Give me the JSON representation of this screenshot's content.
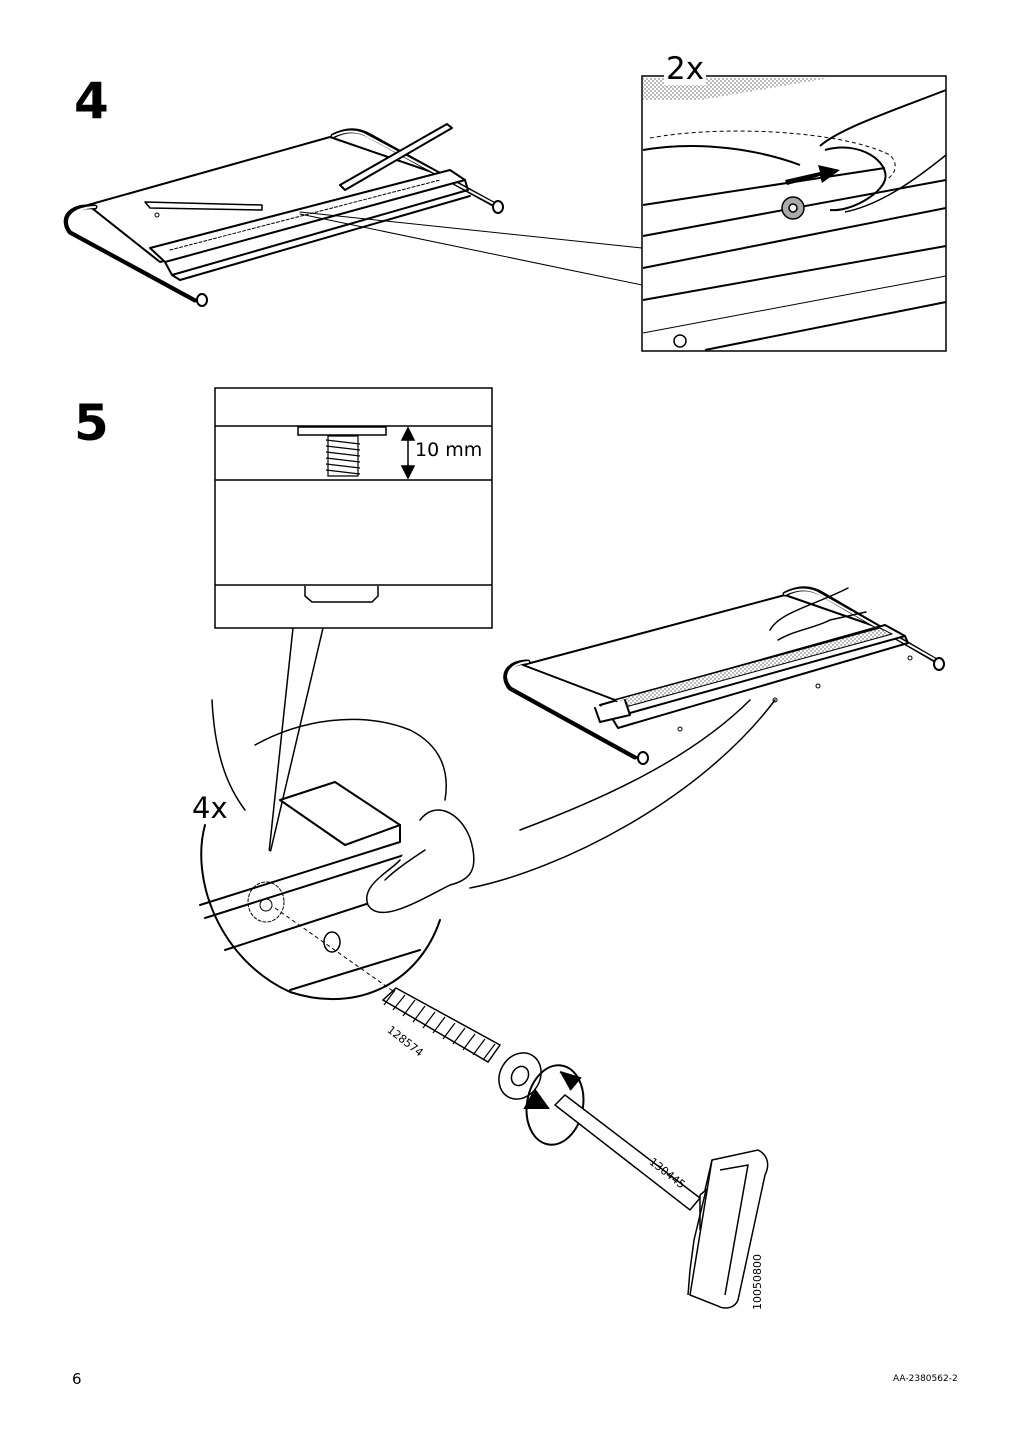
{
  "steps": [
    {
      "number": "4",
      "quantity": "2x"
    },
    {
      "number": "5",
      "quantity": "4x",
      "dimension": "10 mm"
    }
  ],
  "parts": {
    "bolt": "128574",
    "hex_key": "130445",
    "handle": "10050800"
  },
  "footer": {
    "page_number": "6",
    "document_code": "AA-2380562-2"
  }
}
